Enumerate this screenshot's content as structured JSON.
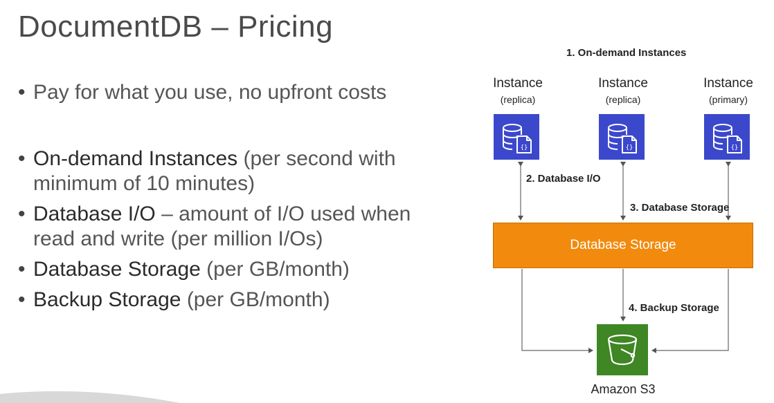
{
  "slide": {
    "title": "DocumentDB – Pricing",
    "bullets": [
      {
        "emphasis": "",
        "text": "Pay for what you use, no upfront costs"
      },
      {
        "emphasis": "On-demand Instances",
        "text": " (per second with minimum of 10 minutes)"
      },
      {
        "emphasis": "Database I/O",
        "text": " – amount of I/O used when read and write (per million I/Os)"
      },
      {
        "emphasis": "Database Storage",
        "text": " (per GB/month)"
      },
      {
        "emphasis": "Backup Storage",
        "text": " (per GB/month)"
      }
    ]
  },
  "diagram": {
    "label_on_demand": "1. On-demand Instances",
    "label_io": "2. Database I/O",
    "label_storage": "3. Database Storage",
    "label_backup": "4. Backup Storage",
    "instances": [
      {
        "title": "Instance",
        "subtitle": "(replica)"
      },
      {
        "title": "Instance",
        "subtitle": "(replica)"
      },
      {
        "title": "Instance",
        "subtitle": "(primary)"
      }
    ],
    "storage_box": "Database Storage",
    "s3_label": "Amazon S3",
    "colors": {
      "instance_icon": "#3b48cc",
      "storage": "#f28a0d",
      "s3": "#3f8624"
    }
  }
}
